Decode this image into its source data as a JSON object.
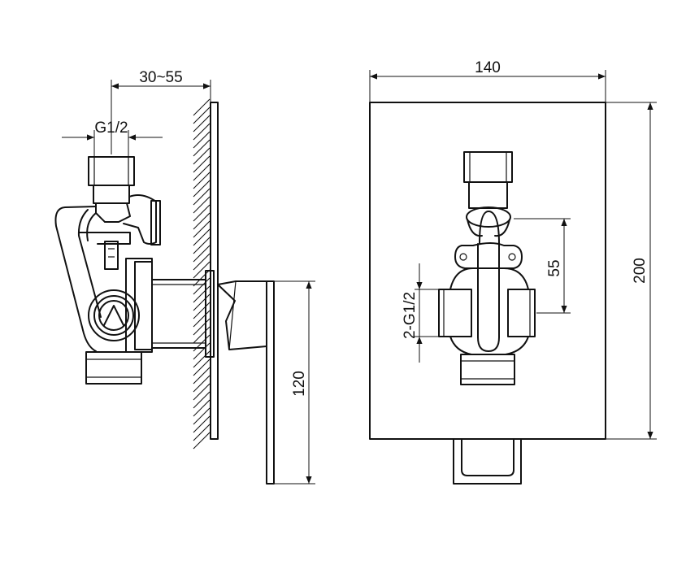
{
  "dimensions": {
    "wall_depth_range": "30~55",
    "inlet_thread": "G1/2",
    "handle_length": "120",
    "plate_width": "140",
    "plate_height": "200",
    "port_spacing": "55",
    "outlet_threads": "2-G1/2"
  },
  "colors": {
    "line": "#111111",
    "background": "#ffffff"
  }
}
